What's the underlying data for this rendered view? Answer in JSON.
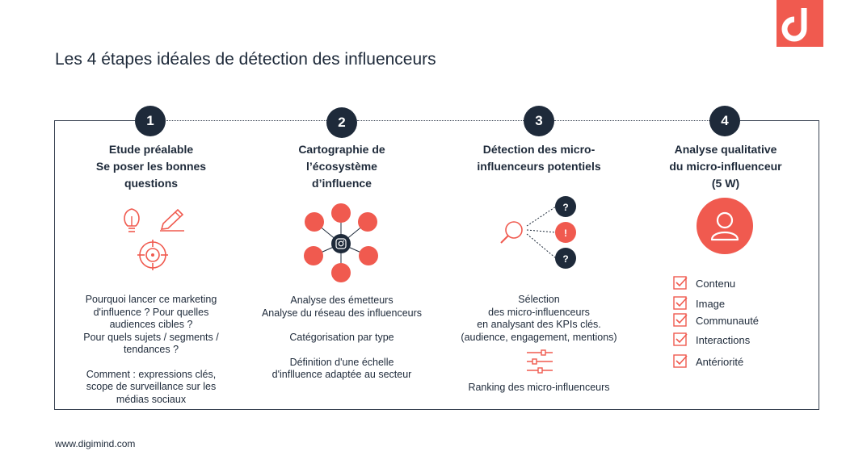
{
  "title": "Les 4 étapes idéales de détection des influenceurs",
  "footer": "www.digimind.com",
  "colors": {
    "accent": "#f05a4f",
    "navy": "#1e2a3a"
  },
  "steps": [
    {
      "number": "1",
      "title_lines": [
        "Etude préalable",
        "Se poser les bonnes",
        "questions"
      ],
      "icons": [
        "lightbulb-icon",
        "pencil-icon",
        "target-icon"
      ],
      "desc_lines": [
        "Pourquoi lancer ce marketing",
        "d'influence ? Pour quelles",
        "audiences cibles ?",
        "Pour quels sujets /  segments /",
        "tendances ?",
        "",
        "Comment : expressions clés,",
        "scope de surveillance sur les",
        "médias sociaux"
      ]
    },
    {
      "number": "2",
      "title_lines": [
        "Cartographie de",
        "l’écosystème",
        "d’influence"
      ],
      "icons": [
        "instagram-icon",
        "network-nodes-icon"
      ],
      "desc_lines": [
        "Analyse  des émetteurs",
        "Analyse du réseau des influenceurs",
        "",
        "Catégorisation par type",
        "",
        "Définition d'une échelle",
        "d'inflluence adaptée au secteur"
      ]
    },
    {
      "number": "3",
      "title_lines": [
        "Détection des micro-",
        "influenceurs potentiels"
      ],
      "icons": [
        "magnifier-icon",
        "sliders-icon"
      ],
      "bubbles": [
        "?",
        "!",
        "?"
      ],
      "desc_lines": [
        "Sélection",
        "des micro-influenceurs",
        "en analysant des KPIs clés.",
        "(audience, engagement, mentions)"
      ],
      "ranking": "Ranking des micro-influenceurs"
    },
    {
      "number": "4",
      "title_lines": [
        "Analyse qualitative",
        "du micro-influenceur",
        "(5 W)"
      ],
      "icons": [
        "user-icon",
        "checkbox-icon"
      ],
      "checklist": [
        "Contenu",
        "Image",
        "Communauté",
        "Interactions",
        "Antériorité"
      ]
    }
  ]
}
